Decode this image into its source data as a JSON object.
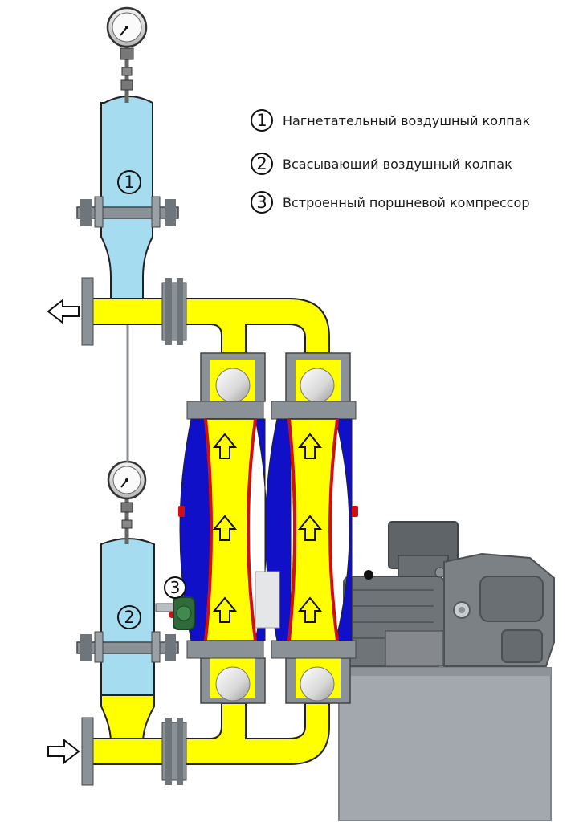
{
  "legend": [
    {
      "number": "1",
      "text": "Нагнетательный воздушный колпак"
    },
    {
      "number": "2",
      "text": "Всасывающий воздушный колпак"
    },
    {
      "number": "3",
      "text": "Встроенный поршневой компрессор"
    }
  ],
  "markers": {
    "discharge_chamber": "1",
    "suction_chamber": "2",
    "compressor": "3"
  },
  "colors": {
    "pipe_fluid": "#ffff00",
    "air_chamber": "#a6dcef",
    "diaphragm_blue": "#1010c8",
    "diaphragm_red": "#d01010",
    "metal_gray": "#8a9197",
    "motor_gray": "#777c80",
    "base_gray": "#a2a8ad",
    "compressor_green": "#2f6b3a"
  }
}
